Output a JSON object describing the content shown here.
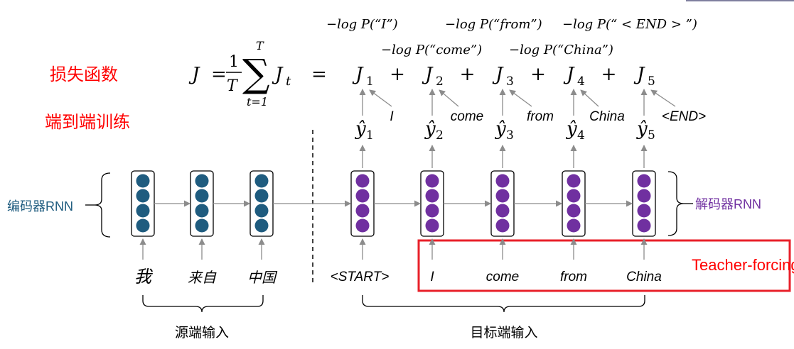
{
  "labels": {
    "loss_function": "损失函数",
    "end_to_end": "端到端训练",
    "encoder": "编码器RNN",
    "decoder": "解码器RNN",
    "teacher_forcing": "Teacher-forcing",
    "source_input": "源端输入",
    "target_input": "目标端输入"
  },
  "formula": {
    "lhs": "J",
    "equals": "=",
    "frac_num": "1",
    "frac_den": "T",
    "sum_upper": "T",
    "sum_lower": "t=1",
    "term": "J",
    "term_sub": "t",
    "eq2": "="
  },
  "loss_terms": [
    "J",
    "J",
    "J",
    "J",
    "J"
  ],
  "loss_subs": [
    "1",
    "2",
    "3",
    "4",
    "5"
  ],
  "plus": "+",
  "neglogs_top": [
    "−log P(“I”)",
    "−log P(“from”)",
    "−log P(“ < END > ”)"
  ],
  "neglogs_mid": [
    "−log P(“come”)",
    "−log P(“China”)"
  ],
  "outputs": [
    "ŷ",
    "ŷ",
    "ŷ",
    "ŷ",
    "ŷ"
  ],
  "outputs_sub": [
    "1",
    "2",
    "3",
    "4",
    "5"
  ],
  "predicted_tokens": [
    "I",
    "come",
    "from",
    "China",
    "<END>"
  ],
  "source_tokens": [
    "我",
    "来自",
    "中国"
  ],
  "target_tokens": [
    "<START>",
    "I",
    "come",
    "from",
    "China"
  ],
  "colors": {
    "encoder_node": "#1F5C7F",
    "decoder_node": "#7030A0",
    "accent": "#FF0000",
    "teacher_box": "#E8202A",
    "arrow": "#8C8C8C"
  }
}
